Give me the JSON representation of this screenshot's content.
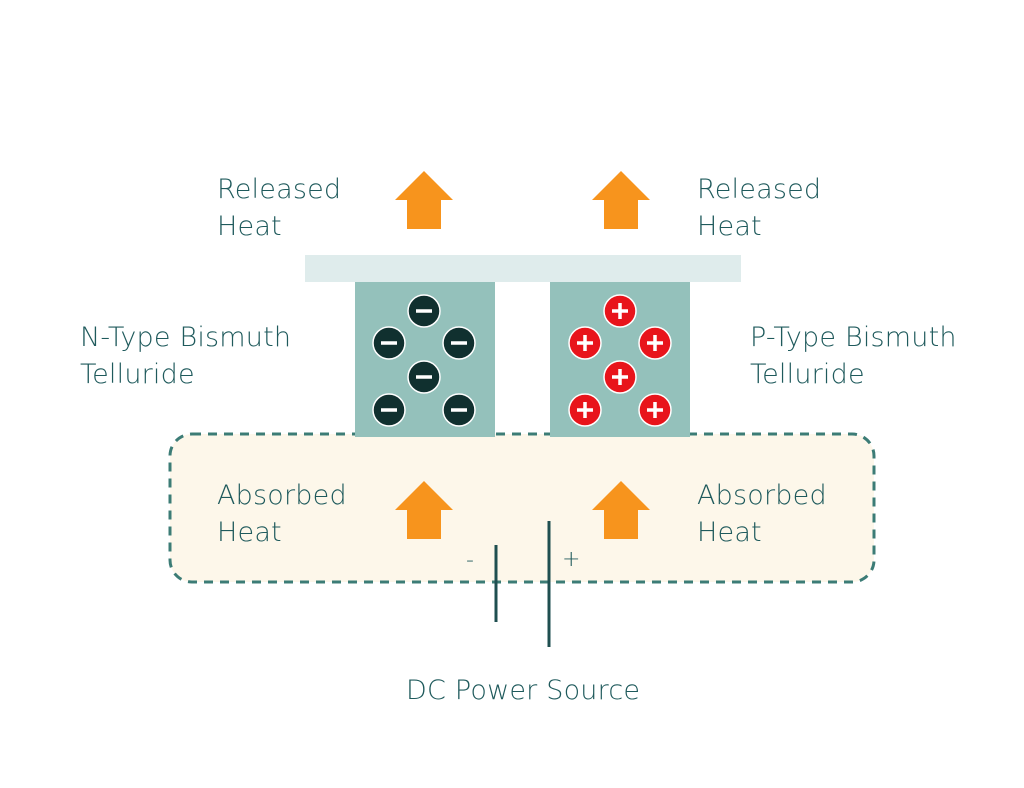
{
  "labels": {
    "released_left": "Released\nHeat",
    "released_right": "Released\nHeat",
    "n_type": "N-Type Bismuth\nTelluride",
    "p_type": "P-Type Bismuth\nTelluride",
    "absorbed_left": "Absorbed\nHeat",
    "absorbed_right": "Absorbed\nHeat",
    "power_source": "DC Power Source",
    "minus_terminal": "-",
    "plus_terminal": "+"
  },
  "n_type_carriers": [
    "−",
    "−",
    "−",
    "−",
    "−",
    "−"
  ],
  "p_type_carriers": [
    "+",
    "+",
    "+",
    "+",
    "+",
    "+"
  ],
  "colors": {
    "text": "#1f5a5c",
    "plate": "#dfecec",
    "semiconductor": "#94c1bb",
    "electron": "#10302f",
    "hole": "#e8141b",
    "arrow": "#f7941d",
    "heat_zone_fill": "#fdf7ea",
    "heat_zone_border": "#3c7c76",
    "battery": "#1f4f50"
  },
  "icons": {
    "heat_arrow": "up-arrow-icon",
    "electron": "minus-icon",
    "hole": "plus-icon"
  }
}
